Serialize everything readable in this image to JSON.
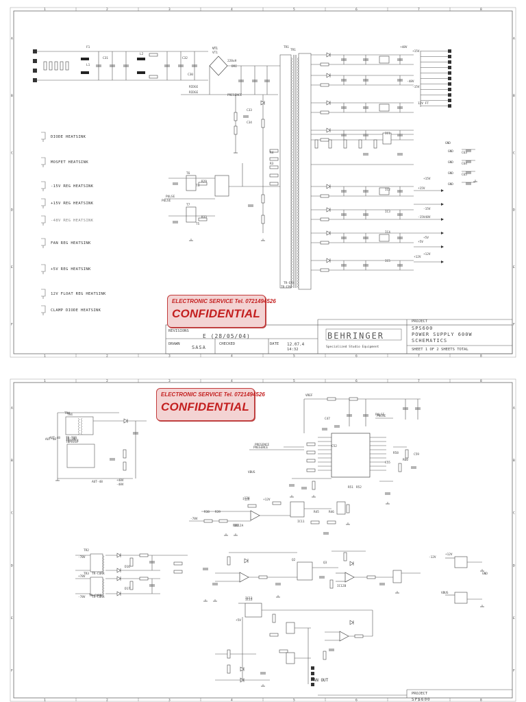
{
  "sheet1": {
    "stamp": {
      "service": "ELECTRONIC SERVICE  Tel. 0721494526",
      "confidential": "CONFIDENTIAL"
    },
    "heatsinks": [
      "DIODE HEATSINK",
      "MOSFET HEATSINK",
      "-15V REG HEATSINK",
      "+15V REG HEATSINK",
      "-48V REG HEATSINK",
      "FAN REG HEATSINK",
      "+5V REG HEATSINK",
      "12V FLOAT REG HEATSINK",
      "CLAMP DIODE HEATSINK"
    ],
    "title_block": {
      "revisions_label": "REVISIONS",
      "revision": "E (28/05/04)",
      "drawn_label": "DRAWN",
      "drawn": "SASA",
      "checked_label": "CHECKED",
      "date_label": "DATE",
      "date": "12.07.4",
      "time": "14:32",
      "logo": "BEHRINGER",
      "tagline": "Specialized Studio Equipment",
      "project_label": "PROJECT",
      "project": "SPS600",
      "subtitle": "POWER SUPPLY 600W",
      "schematics": "SCHEMATICS",
      "sheet": "SHEET 1  OF 2  SHEETS TOTAL"
    },
    "labels": [
      "F1",
      "L1",
      "L2",
      "C31",
      "C32",
      "VT1",
      "RIDGE",
      "DRI",
      "C30",
      "TR1",
      "T6",
      "T7",
      "T4",
      "T5",
      "TR-EP4",
      "VT1",
      "-15V",
      "+15V",
      "+5V",
      "-48V",
      "+12V",
      "GND",
      "PRESENCE",
      "PULSE",
      "+48V",
      "-48V",
      "R4",
      "R3",
      "C33",
      "C34",
      "IC1",
      "IC2",
      "IC3",
      "IC4",
      "IC5",
      "R29",
      "R33",
      "C63",
      "C64",
      "C65"
    ],
    "grid_top": [
      "1",
      "2",
      "3",
      "4",
      "5",
      "6",
      "7",
      "8"
    ],
    "grid_side": [
      "A",
      "B",
      "C",
      "D",
      "E",
      "F"
    ]
  },
  "sheet2": {
    "stamp": {
      "service": "ELECTRONIC SERVICE  Tel. 0721494526",
      "confidential": "CONFIDENTIAL"
    },
    "fan_out": "FAN OUT",
    "title_block": {
      "project_label": "PROJECT",
      "project": "SPS600"
    },
    "labels": [
      "TR4",
      "TR-TOP",
      "TOP221P",
      "VREF",
      "PULSE",
      "PRESENCE",
      "+12V",
      "-12V",
      "+5V",
      "VBUS",
      "IC13",
      "IC12A",
      "IC12B",
      "IC11",
      "TR2",
      "TR3",
      "TR-CURR",
      "R38",
      "R39",
      "R45",
      "R46",
      "Q2",
      "Q3",
      "D16",
      "D17",
      "C47",
      "C52",
      "C55",
      "C59",
      "R51",
      "R52",
      "R58",
      "R60",
      "+48V",
      "-48V",
      "AUT-48",
      "GND"
    ],
    "grid_top": [
      "1",
      "2",
      "3",
      "4",
      "5",
      "6",
      "7",
      "8"
    ],
    "grid_side": [
      "A",
      "B",
      "C",
      "D",
      "E",
      "F"
    ]
  }
}
